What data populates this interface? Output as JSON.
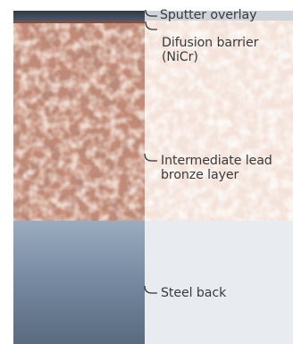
{
  "callouts": [
    {
      "id": "sputter",
      "lines": [
        "Sputter overlay"
      ]
    },
    {
      "id": "barrier",
      "lines": [
        "Difusion barrier",
        "(NiCr)"
      ]
    },
    {
      "id": "bronze",
      "lines": [
        "Intermediate lead",
        "bronze layer"
      ]
    },
    {
      "id": "steel",
      "lines": [
        "Steel back"
      ]
    }
  ],
  "colors": {
    "overlay": "#3e4b5a",
    "bronze": "#c8917d",
    "bronze_dark": "#8a5a4e",
    "bronze_light": "#e9cbbb",
    "bronze_faded": "#f3e1d8",
    "steel_top": "#8fa2b6",
    "steel_bottom": "#5a6b7f",
    "steel_faded": "#e7ebf0",
    "leader": "#333333"
  }
}
